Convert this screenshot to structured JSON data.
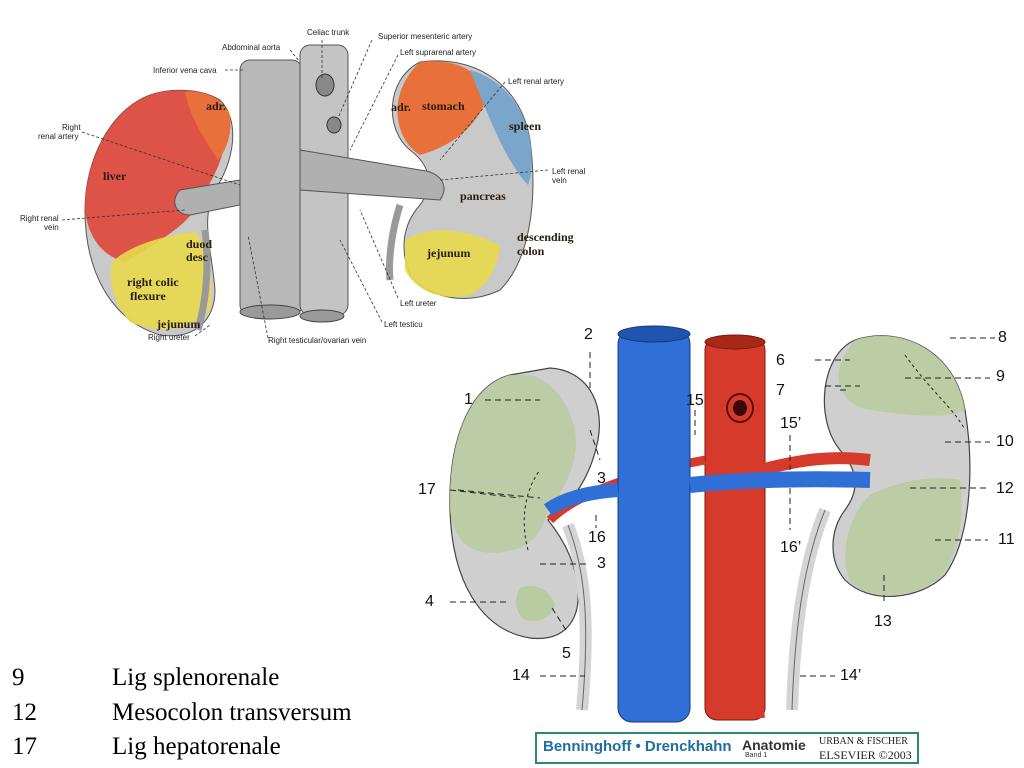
{
  "top_figure": {
    "vessel_labels": {
      "celiac_trunk": "Celiac trunk",
      "abdominal_aorta": "Abdominal aorta",
      "inferior_vena_cava": "Inferior vena cava",
      "superior_mesenteric_artery": "Superior mesenteric artery",
      "left_suprarenal_artery": "Left suprarenal artery",
      "left_renal_artery": "Left renal artery",
      "right_renal_artery_1": "Right",
      "right_renal_artery_2": "renal artery",
      "left_renal_vein_1": "Left renal",
      "left_renal_vein_2": "vein",
      "right_renal_vein_1": "Right renal",
      "right_renal_vein_2": "vein",
      "left_ureter": "Left ureter",
      "left_testicular": "Left testicu",
      "right_ureter": "Right ureter",
      "right_testicular_ovarian_vein": "Right testicular/ovarian vein"
    },
    "organ_labels": {
      "adr_right": "adr.",
      "liver": "liver",
      "duod_1": "duod",
      "duod_2": "desc",
      "right_colic_1": "right colic",
      "right_colic_2": "flexure",
      "jejunum_right": "jejunum",
      "adr_left": "adr.",
      "stomach": "stomach",
      "spleen": "spleen",
      "pancreas": "pancreas",
      "jejunum_left": "jejunum",
      "descending_1": "descending",
      "descending_2": "colon"
    },
    "colors": {
      "liver": "#e0463a",
      "adrenal": "#e8703a",
      "yellow_region": "#e8d84a",
      "spleen": "#7aa6cc",
      "kidney_grey": "#c9c9c9",
      "vessel_grey": "#b8b8b8"
    }
  },
  "bottom_figure": {
    "numbers": {
      "n1": "1",
      "n2": "2",
      "n3a": "3",
      "n3b": "3",
      "n4": "4",
      "n5": "5",
      "n6": "6",
      "n7": "7",
      "n8": "8",
      "n9": "9",
      "n10": "10",
      "n11": "11",
      "n12": "12",
      "n13": "13",
      "n14": "14",
      "n14p": "14’",
      "n15": "15",
      "n15p": "15’",
      "n16": "16",
      "n16p": "16’",
      "n17": "17"
    },
    "colors": {
      "vena_cava": "#2f6fd6",
      "aorta": "#d63a2a",
      "kidney_grey": "#cfcfcf",
      "peritoneum_green": "#b9cba0"
    }
  },
  "legend": [
    {
      "num": "9",
      "text": "Lig splenorenale"
    },
    {
      "num": "12",
      "text": "Mesocolon transversum"
    },
    {
      "num": "17",
      "text": "Lig hepatorenale"
    }
  ],
  "credit": {
    "title": "Benninghoff • Drenckhahn",
    "book": "Anatomie",
    "band": "Band 1",
    "publisher_1": "URBAN & FISCHER",
    "publisher_2": "ELSEVIER ©2003"
  }
}
